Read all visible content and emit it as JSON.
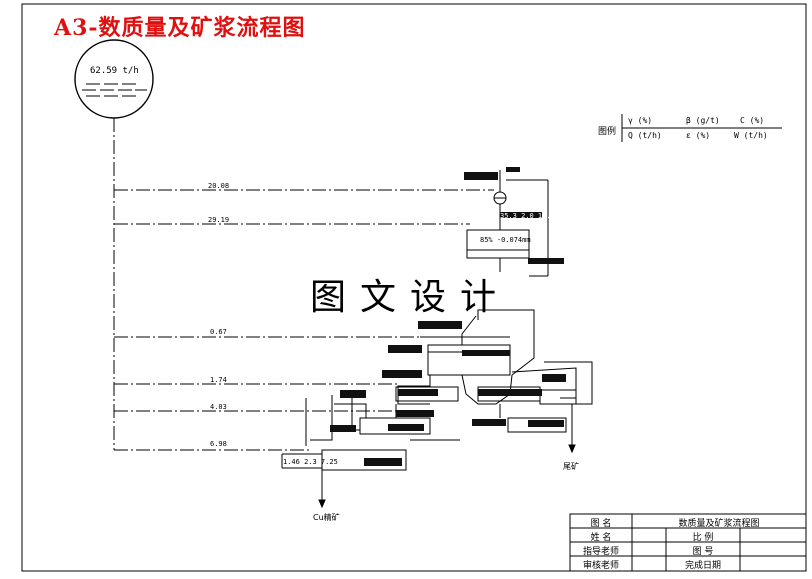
{
  "title": "A3-数质量及矿浆流程图",
  "watermark": "图文设计",
  "feed": {
    "rate": "62.59 t/h"
  },
  "legend": {
    "label": "图例",
    "row1": [
      "γ (%)",
      "β (g/t)",
      "C (%)"
    ],
    "row2": [
      "Q (t/h)",
      "ε (%)",
      "W (t/h)"
    ]
  },
  "water_lines": [
    "20.08",
    "29.19",
    "0.67",
    "1.74",
    "4.03",
    "6.98"
  ],
  "node_labels": {
    "grinding_note": "85% -0.074mm",
    "cyclone_row": "35.3 2.0 19.98",
    "concentrate_row": "1.46 2.3 7.25"
  },
  "outputs": {
    "concentrate": "Cu精矿",
    "tailings": "尾矿"
  },
  "title_block": {
    "drawing_name_label": "图    名",
    "drawing_name_value": "数质量及矿浆流程图",
    "name_label": "姓    名",
    "scale_label": "比    例",
    "advisor_label": "指导老师",
    "drawing_no_label": "图    号",
    "reviewer_label": "审核老师",
    "date_label": "完成日期"
  },
  "colors": {
    "title": "#e01010",
    "line": "#000000",
    "redaction": "#111111"
  }
}
